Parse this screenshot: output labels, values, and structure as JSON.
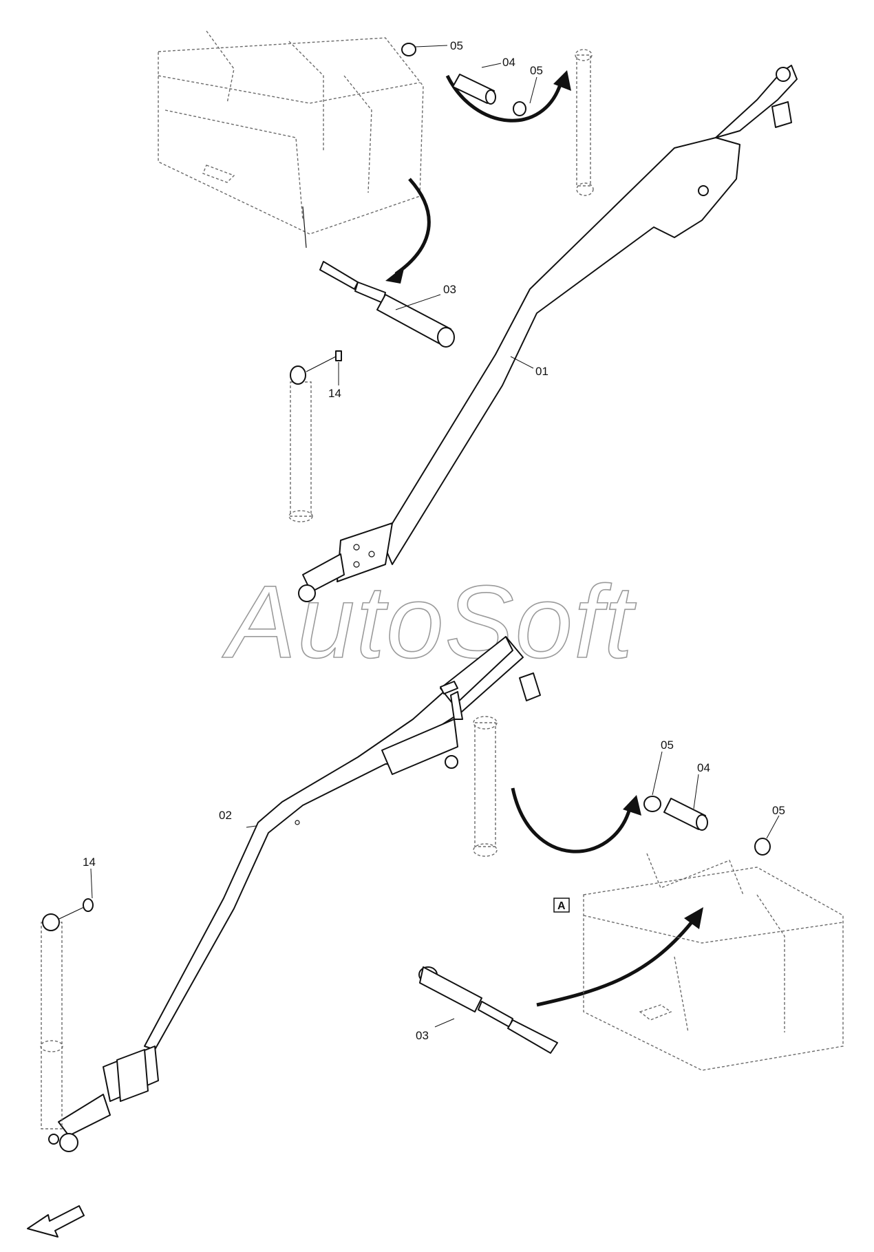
{
  "watermark": "AutoSoft",
  "callouts": {
    "top_ring_a": "05",
    "top_pin": "04",
    "top_ring_b": "05",
    "top_stay": "03",
    "top_bolt": "14",
    "top_arm": "01",
    "bottom_ring_a": "05",
    "bottom_pin": "04",
    "bottom_ring_b": "05",
    "bottom_stay": "03",
    "bottom_bolt": "14",
    "bottom_arm": "02"
  },
  "view_marker": "A",
  "colors": {
    "line": "#111111",
    "phantom": "#6a6a6a",
    "watermark": "#9a9a9a"
  },
  "icons": [
    "curved-arrow-icon",
    "direction-arrow-icon"
  ]
}
